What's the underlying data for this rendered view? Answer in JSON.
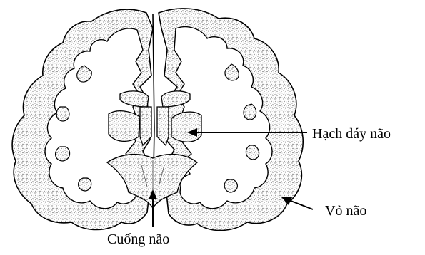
{
  "diagram": {
    "labels": {
      "basal_ganglia": "Hạch đáy não",
      "cortex": "Vỏ não",
      "peduncle": "Cuống não"
    },
    "colors": {
      "ink": "#000000",
      "stipple": "#8a8a8a",
      "paper": "#ffffff"
    }
  }
}
